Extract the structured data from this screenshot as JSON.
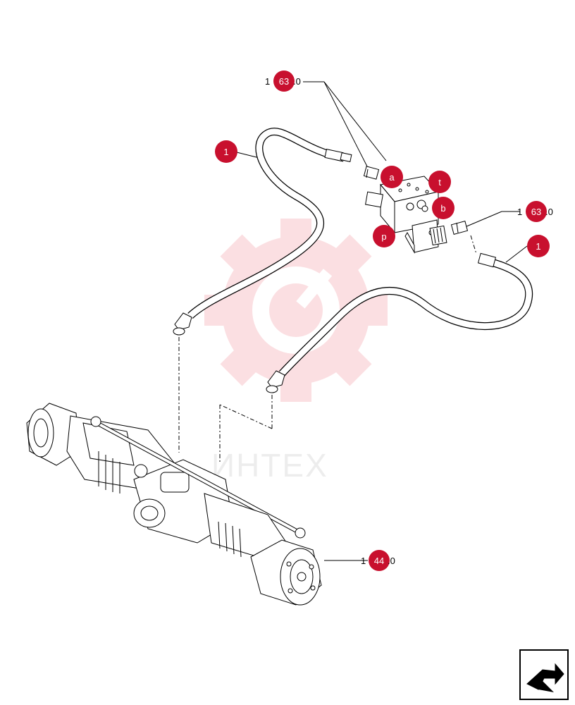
{
  "diagram": {
    "callouts": {
      "hose_left": "1",
      "hose_right": "1",
      "port_a": "a",
      "port_t": "t",
      "port_b": "b",
      "port_p": "p",
      "ref_top_number": "63",
      "ref_right_number": "63",
      "ref_axle_number": "44"
    },
    "refs": {
      "ref_top_prefix": "1",
      "ref_top_suffix": ".0",
      "ref_right_prefix": "1",
      "ref_right_suffix": ".0",
      "ref_axle_prefix": "1",
      "ref_axle_suffix": ".0"
    },
    "watermark": {
      "text": "ИНТЕХ",
      "color": "#e8283a"
    },
    "callout_color": "#c8102e",
    "nav": {
      "icon": "next-page-arrow-icon"
    }
  }
}
